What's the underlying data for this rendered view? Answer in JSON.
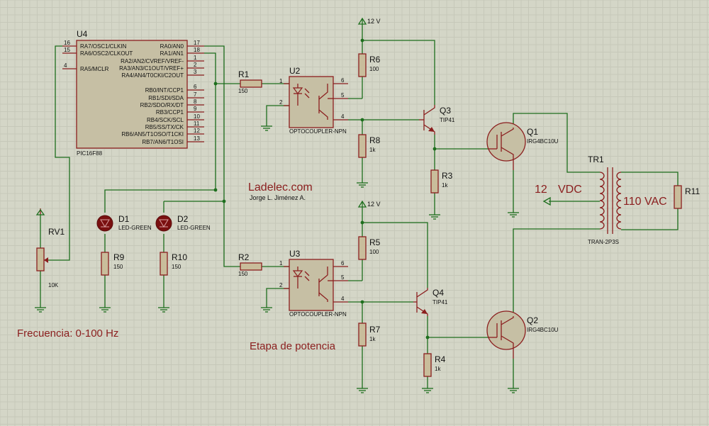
{
  "title": "Ladelec.com",
  "author": "Jorge L. Jiménez A.",
  "caption_freq": "Frecuencia: 0-100  Hz",
  "caption_stage": "Etapa de potencia",
  "supply": {
    "top": "12 V",
    "bottom": "12 V",
    "tr_in_a": "12",
    "tr_in_b": "VDC",
    "tr_out": "110 VAC"
  },
  "mcu": {
    "ref": "U4",
    "part": "PIC16F88",
    "left_pins": [
      {
        "num": "16",
        "label": "RA7/OSC1/CLKIN"
      },
      {
        "num": "15",
        "label": "RA6/OSC2/CLKOUT"
      },
      {
        "num": "4",
        "label": "RA5/MCLR"
      }
    ],
    "right_pins": [
      {
        "num": "17",
        "label": "RA0/AN0"
      },
      {
        "num": "18",
        "label": "RA1/AN1"
      },
      {
        "num": "1",
        "label": "RA2/AN2/CVREF/VREF-"
      },
      {
        "num": "2",
        "label": "RA3/AN3/C1OUT/VREF+"
      },
      {
        "num": "3",
        "label": "RA4/AN4/T0CKI/C2OUT"
      },
      {
        "num": "6",
        "label": "RB0/INT/CCP1"
      },
      {
        "num": "7",
        "label": "RB1/SDI/SDA"
      },
      {
        "num": "8",
        "label": "RB2/SDO/RX/DT"
      },
      {
        "num": "9",
        "label": "RB3/CCP1"
      },
      {
        "num": "10",
        "label": "RB4/SCK/SCL"
      },
      {
        "num": "11",
        "label": "RB5/SS/TX/CK"
      },
      {
        "num": "12",
        "label": "RB6/AN5/T1OSO/T1CKI"
      },
      {
        "num": "13",
        "label": "RB7/AN6/T1OSI"
      }
    ]
  },
  "resistors": [
    {
      "ref": "R1",
      "value": "150"
    },
    {
      "ref": "R2",
      "value": "150"
    },
    {
      "ref": "R3",
      "value": "1k"
    },
    {
      "ref": "R4",
      "value": "1k"
    },
    {
      "ref": "R5",
      "value": "100"
    },
    {
      "ref": "R6",
      "value": "100"
    },
    {
      "ref": "R7",
      "value": "1k"
    },
    {
      "ref": "R8",
      "value": "1k"
    },
    {
      "ref": "R9",
      "value": "150"
    },
    {
      "ref": "R10",
      "value": "150"
    },
    {
      "ref": "R11",
      "value": ""
    }
  ],
  "pot": {
    "ref": "RV1",
    "value": "10K"
  },
  "leds": [
    {
      "ref": "D1",
      "value": "LED-GREEN"
    },
    {
      "ref": "D2",
      "value": "LED-GREEN"
    }
  ],
  "opto": [
    {
      "ref": "U2",
      "value": "OPTOCOUPLER-NPN",
      "pins": [
        "1",
        "2",
        "6",
        "5",
        "4"
      ]
    },
    {
      "ref": "U3",
      "value": "OPTOCOUPLER-NPN",
      "pins": [
        "1",
        "2",
        "6",
        "5",
        "4"
      ]
    }
  ],
  "bjt": [
    {
      "ref": "Q3",
      "value": "TIP41"
    },
    {
      "ref": "Q4",
      "value": "TIP41"
    }
  ],
  "igbt": [
    {
      "ref": "Q1",
      "value": "IRG4BC10U"
    },
    {
      "ref": "Q2",
      "value": "IRG4BC10U"
    }
  ],
  "transformer": {
    "ref": "TR1",
    "value": "TRAN-2P3S"
  }
}
